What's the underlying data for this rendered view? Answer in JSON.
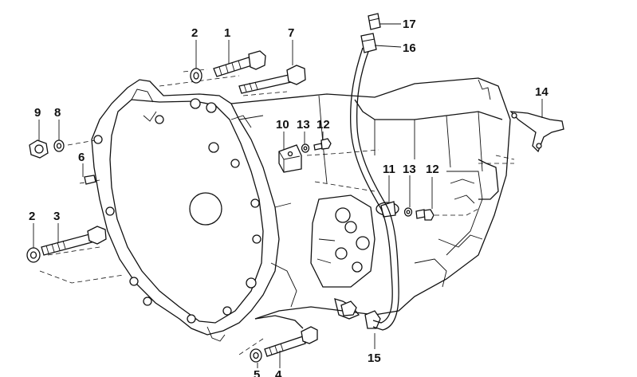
{
  "labels": {
    "l1": "1",
    "l2a": "2",
    "l2b": "2",
    "l3": "3",
    "l4": "4",
    "l5": "5",
    "l6": "6",
    "l7": "7",
    "l8": "8",
    "l9": "9",
    "l10": "10",
    "l11": "11",
    "l12a": "12",
    "l12b": "12",
    "l13a": "13",
    "l13b": "13",
    "l14": "14",
    "l15": "15",
    "l16": "16",
    "l17": "17"
  }
}
